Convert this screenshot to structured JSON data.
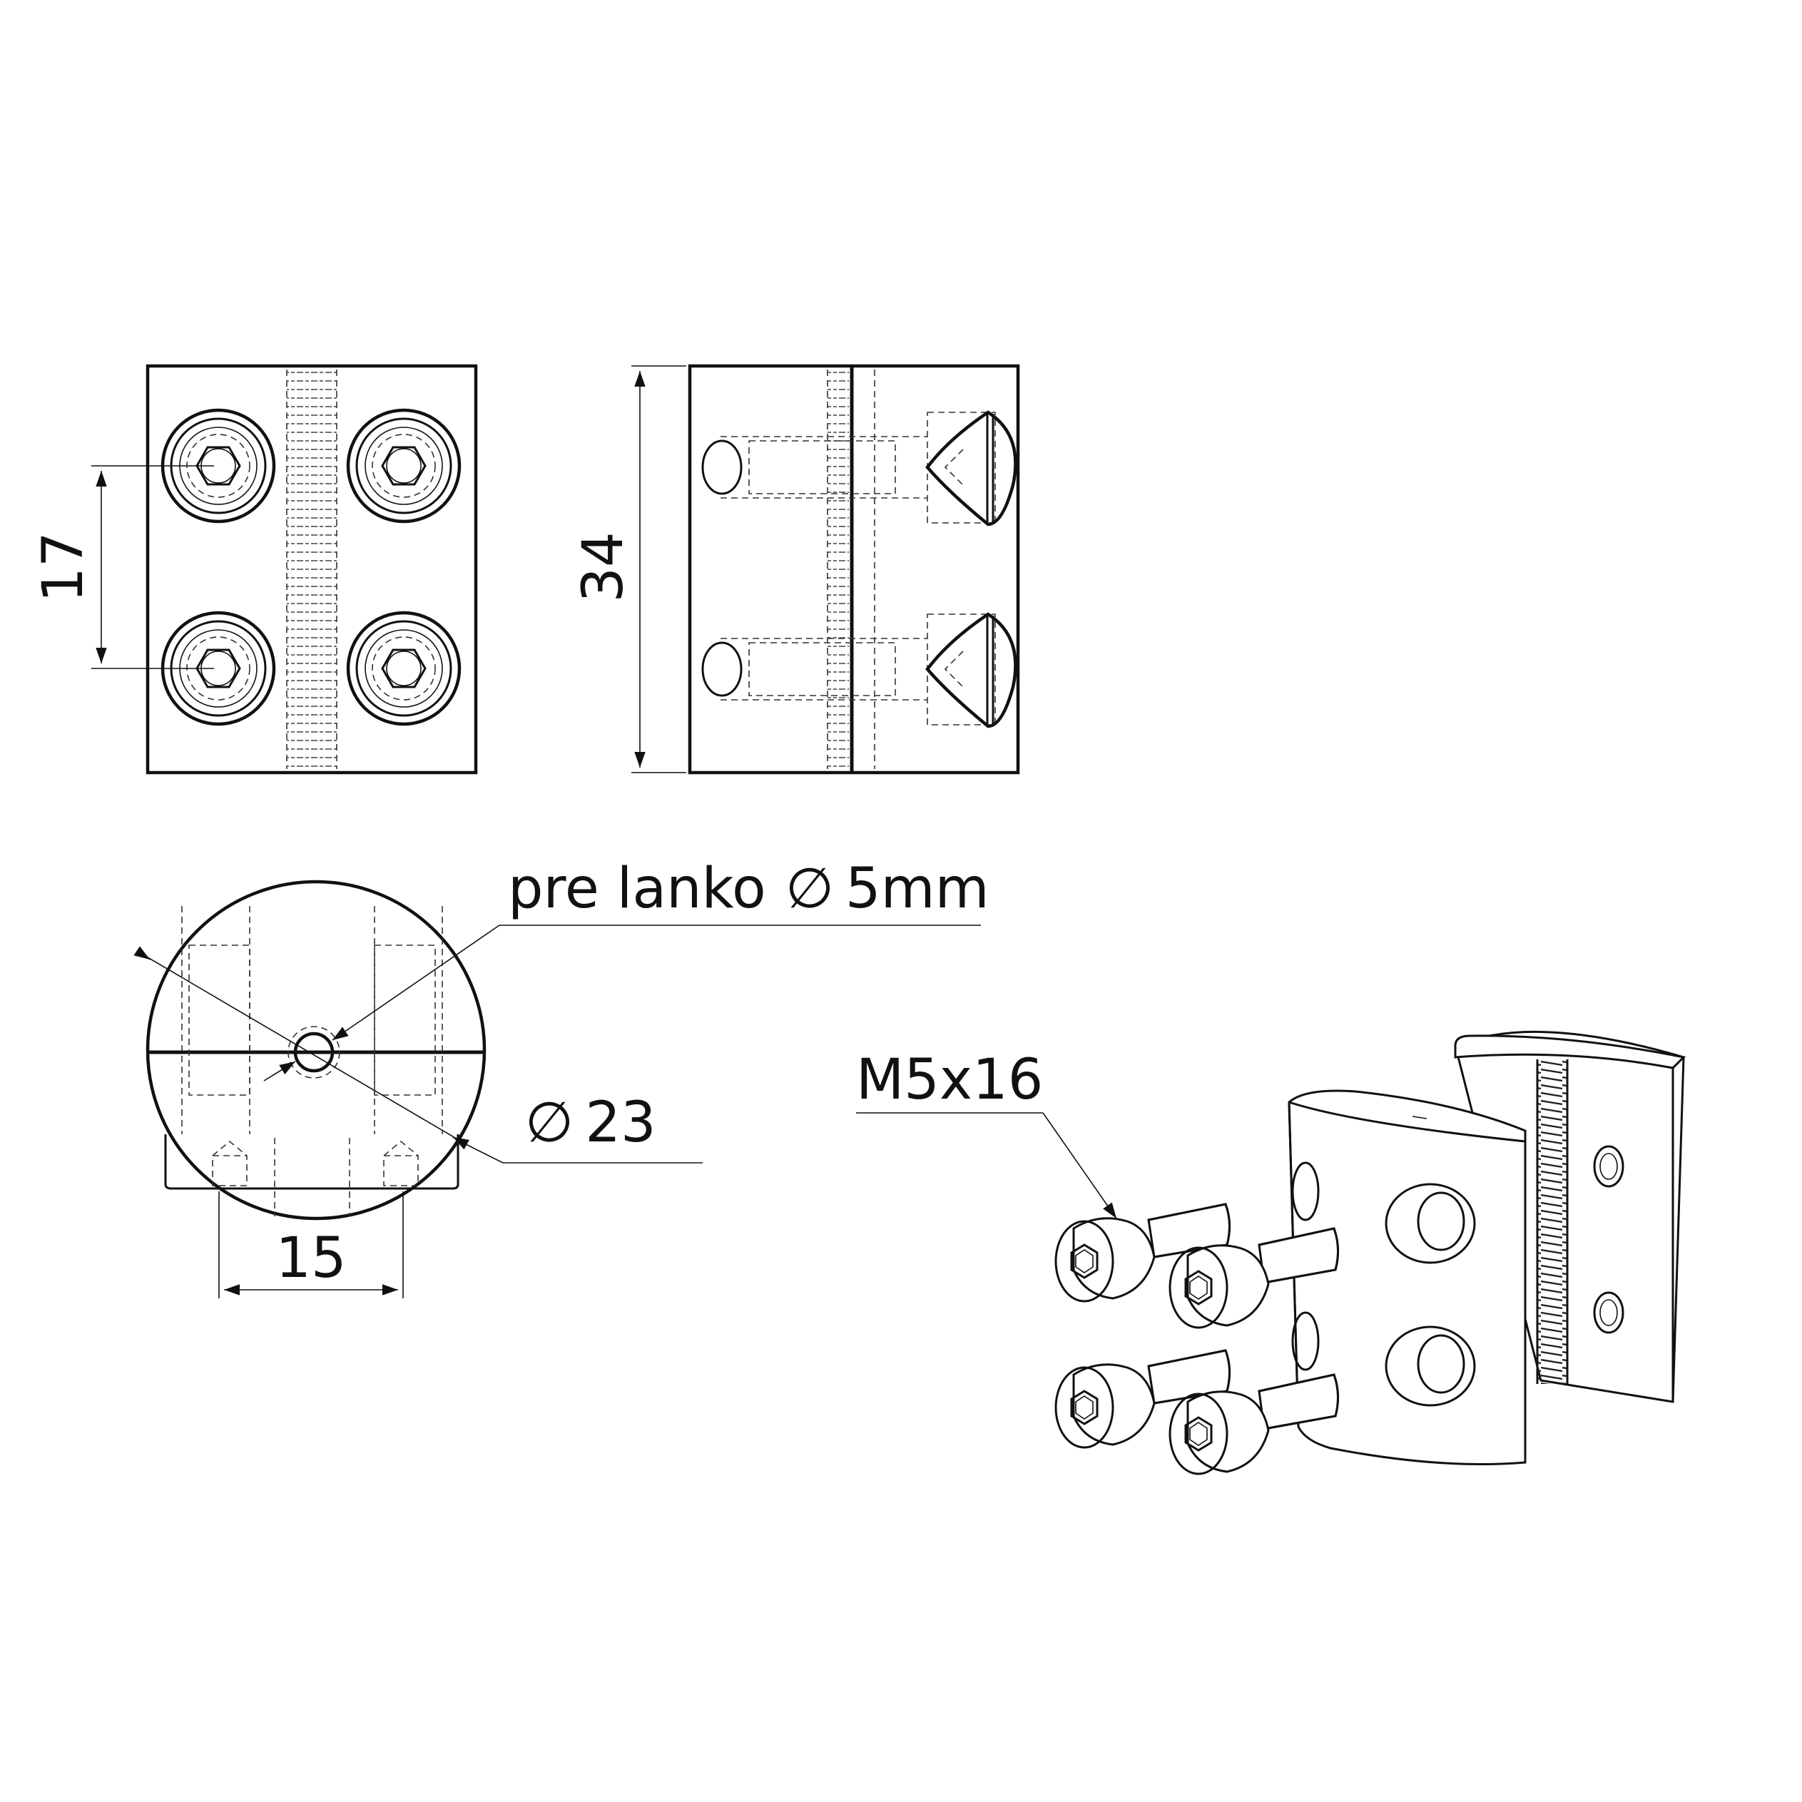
{
  "dimensions": {
    "hole_spacing": "17",
    "height": "34",
    "bolt_spacing": "15",
    "diameter": "23"
  },
  "callouts": {
    "cable_label": "pre lanko",
    "cable_diameter": "5mm",
    "screw_spec": "M5x16"
  },
  "symbols": {
    "diameter": "∅"
  }
}
